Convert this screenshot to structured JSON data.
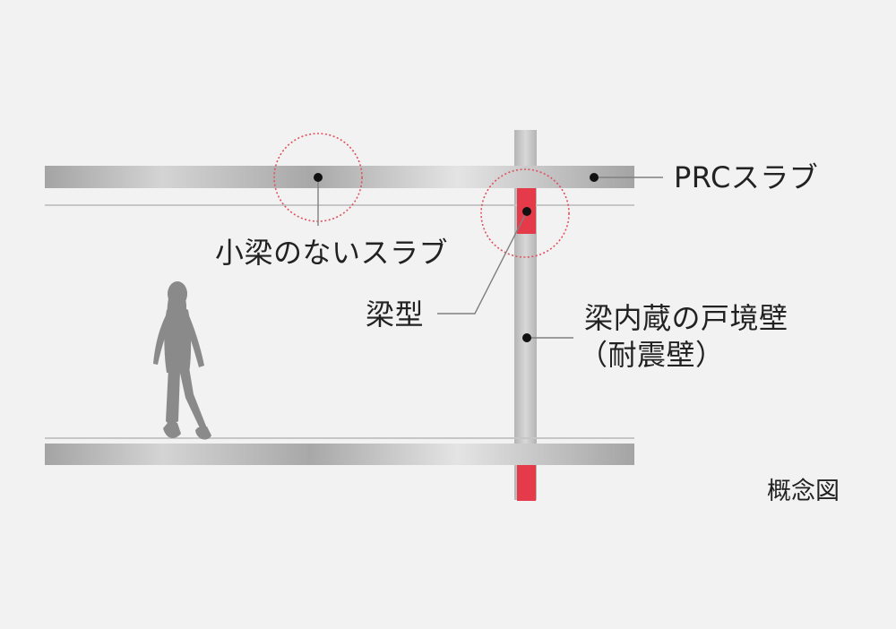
{
  "labels": {
    "prc_slab": "PRCスラブ",
    "slab_no_small_beam": "小梁のないスラブ",
    "beam_form": "梁型",
    "wall_line1": "梁内蔵の戸境壁",
    "wall_line2": "（耐震壁）",
    "concept": "概念図"
  },
  "colors": {
    "background": "#f2f2f2",
    "slab_light": "#e2e2e2",
    "slab_dark": "#a8a8a8",
    "beam_red": "#e53a4a",
    "highlight_circle": "#e0505e",
    "leader_line": "#808080",
    "person": "#8a8a8a"
  },
  "icons": {
    "person": "walking-person-silhouette"
  }
}
